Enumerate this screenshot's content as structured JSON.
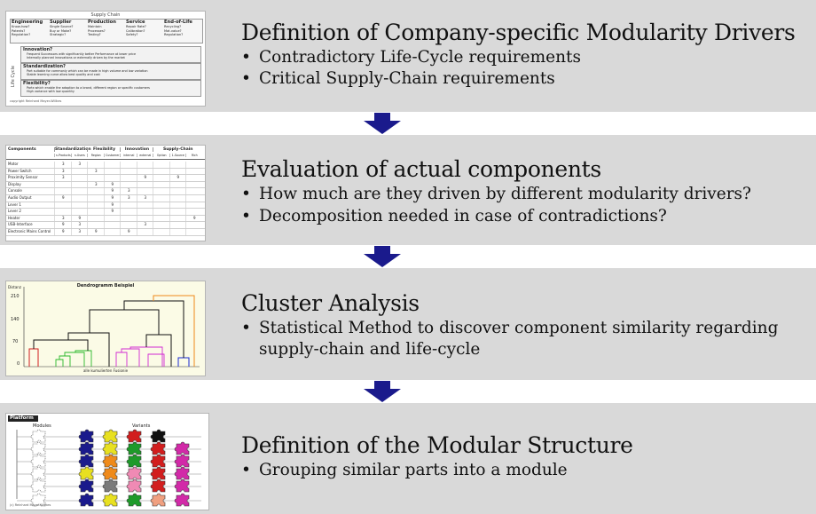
{
  "steps": [
    {
      "title": "Definition of Company-specific Modularity Drivers",
      "bullets": [
        "Contradictory Life-Cycle requirements",
        "Critical Supply-Chain requirements"
      ]
    },
    {
      "title": "Evaluation of actual components",
      "bullets": [
        "How much are they driven by different modularity drivers?",
        "Decomposition needed in case of contradictions?"
      ]
    },
    {
      "title": "Cluster Analysis",
      "bullets": [
        "Statistical Method to discover component similarity regarding supply-chain and life-cycle"
      ]
    },
    {
      "title": "Definition of the Modular Structure",
      "bullets": [
        "Grouping similar parts into a module"
      ]
    }
  ],
  "thumb1": {
    "header": "Supply Chain",
    "side_label": "Life Cycle",
    "columns": [
      {
        "name": "Engineering",
        "items": [
          "Know-how?",
          "Patents?",
          "Regulation?"
        ]
      },
      {
        "name": "Supplier",
        "items": [
          "Single Source?",
          "Buy or Make?",
          "Strategic?"
        ]
      },
      {
        "name": "Production",
        "items": [
          "Maintain",
          "Processes?",
          "Testing?"
        ]
      },
      {
        "name": "Service",
        "items": [
          "Repair Rate?",
          "Calibration?",
          "Safety?"
        ]
      },
      {
        "name": "End-of-Life",
        "items": [
          "Recycling?",
          "Mat.value?",
          "Regulation?"
        ]
      }
    ],
    "rows": [
      {
        "name": "Innovation?",
        "items": [
          "Frequent Successors with significantly better Performance at lower price",
          "Internally planned innovations or externally driven by the market"
        ]
      },
      {
        "name": "Standardization?",
        "items": [
          "Part suitable for commonly which can be made in high volume and low variation",
          "Stable learning curve allow best quality and cost"
        ]
      },
      {
        "name": "Flexibility?",
        "items": [
          "Parts which enable the adaption to a brand, different region or specific customers",
          "High variance with low quantity"
        ]
      }
    ],
    "footer": "copyright Reinhard Mayer-Willkes"
  },
  "thumb2": {
    "corner": "Components",
    "groups": [
      "Standardization",
      "Flexibility",
      "Innovation",
      "Supply-Chain"
    ],
    "subheaders": [
      "n-Products",
      "n-Users",
      "Region",
      "Customer",
      "internal",
      "external",
      "Option",
      "1-Source",
      "Rich"
    ],
    "rows": [
      {
        "name": "Motor",
        "cells": [
          "3",
          "3",
          "",
          "",
          "",
          "",
          "",
          "",
          ""
        ]
      },
      {
        "name": "Power Switch",
        "cells": [
          "3",
          "",
          "3",
          "",
          "",
          "",
          "",
          "",
          ""
        ]
      },
      {
        "name": "Proximity Sensor",
        "cells": [
          "3",
          "",
          "",
          "",
          "",
          "9",
          "",
          "9",
          ""
        ]
      },
      {
        "name": "Display",
        "cells": [
          "",
          "",
          "3",
          "9",
          "",
          "",
          "",
          "",
          ""
        ]
      },
      {
        "name": "Console",
        "cells": [
          "",
          "",
          "",
          "9",
          "3",
          "",
          "",
          "",
          ""
        ]
      },
      {
        "name": "Audio Output",
        "cells": [
          "9",
          "",
          "",
          "9",
          "3",
          "3",
          "",
          "",
          ""
        ]
      },
      {
        "name": "Lever 1",
        "cells": [
          "",
          "",
          "",
          "9",
          "",
          "",
          "",
          "",
          ""
        ]
      },
      {
        "name": "Lever 2",
        "cells": [
          "",
          "",
          "",
          "9",
          "",
          "",
          "",
          "",
          ""
        ]
      },
      {
        "name": "Heater",
        "cells": [
          "3",
          "9",
          "",
          "",
          "",
          "",
          "",
          "",
          "9"
        ]
      },
      {
        "name": "USB-Interface",
        "cells": [
          "9",
          "3",
          "",
          "",
          "",
          "3",
          "",
          "",
          ""
        ]
      },
      {
        "name": "Electronic Mains Control",
        "cells": [
          "9",
          "3",
          "9",
          "",
          "9",
          "",
          "",
          "",
          ""
        ]
      }
    ]
  },
  "thumb3": {
    "title": "Dendrogramm Beispiel",
    "ylabel": "Distanz",
    "yticks": [
      "210",
      "140",
      "70",
      "0"
    ],
    "xlabel": "alle kumulierten Fusionie"
  },
  "thumb4": {
    "title": "Platform",
    "modules_label": "Modules",
    "variants_label": "Variants",
    "footer": "(c) Reinhard Mayer-Willkes",
    "colors": {
      "navy": "#1a1a8c",
      "yellow": "#e8e020",
      "green": "#1e9a2a",
      "red": "#d21e1e",
      "black": "#111111",
      "magenta": "#d22aa8",
      "orange": "#ef8a1a",
      "pink": "#f08ab4",
      "gray": "#7a7a7a",
      "salmon": "#f0a080"
    },
    "rows": [
      [
        "navy",
        "yellow",
        "red",
        "black"
      ],
      [
        "navy",
        "yellow",
        "green",
        "red",
        "magenta"
      ],
      [
        "navy",
        "orange",
        "green",
        "red",
        "magenta"
      ],
      [
        "yellow",
        "orange",
        "pink",
        "red",
        "magenta"
      ],
      [
        "navy",
        "gray",
        "pink",
        "red",
        "magenta"
      ],
      [
        "navy",
        "yellow",
        "green",
        "salmon",
        "magenta"
      ]
    ]
  },
  "colors": {
    "band": "#d9d9d9",
    "arrow": "#1a1a8c"
  }
}
